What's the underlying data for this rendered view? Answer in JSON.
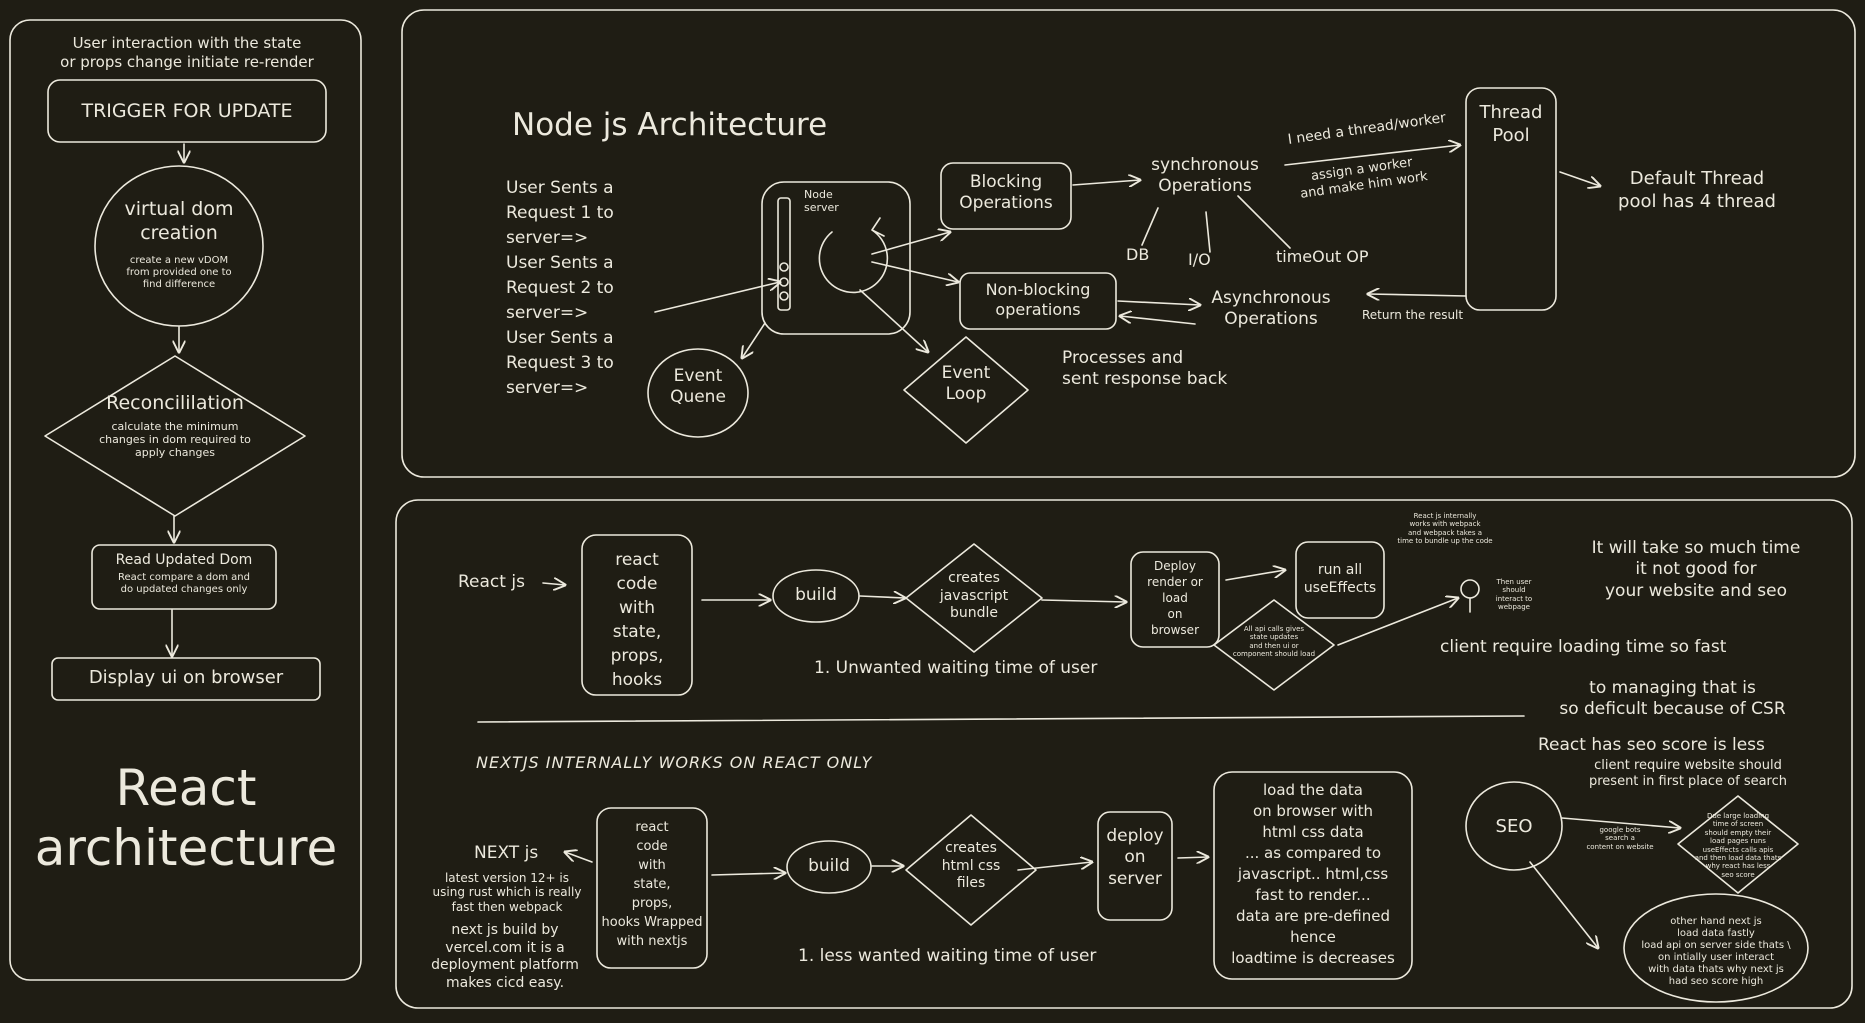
{
  "react_panel": {
    "trigger_note": [
      "User interaction with the state",
      "or props change initiate re-render"
    ],
    "trigger_box": "TRIGGER FOR UPDATE",
    "vdom_title": [
      "virtual dom",
      "creation"
    ],
    "vdom_note": [
      "create a new vDOM",
      "from provided one to",
      "find difference"
    ],
    "recon_title": "Reconcililation",
    "recon_note": [
      "calculate the minimum",
      "changes in dom required to",
      "apply changes"
    ],
    "read_title": "Read Updated Dom",
    "read_note": [
      "React compare a dom and",
      "do updated changes only"
    ],
    "display": "Display ui on browser",
    "big_title": [
      "React",
      "architecture"
    ]
  },
  "node_panel": {
    "title": "Node js Architecture",
    "requests": [
      "User Sents a",
      "Request 1 to",
      "server=>",
      "User Sents a",
      "Request 2 to",
      "server=>",
      "User Sents a",
      "Request 3 to",
      "server=>"
    ],
    "server_label": [
      "Node",
      "server"
    ],
    "event_queue": [
      "Event",
      "Quene"
    ],
    "event_loop": [
      "Event",
      "Loop"
    ],
    "blocking": [
      "Blocking",
      "Operations"
    ],
    "non_blocking": [
      "Non-blocking",
      "operations"
    ],
    "sync_ops": [
      "synchronous",
      "Operations"
    ],
    "db": "DB",
    "io": "I/O",
    "timeout": "timeOut OP",
    "async_ops": [
      "Asynchronous",
      "Operations"
    ],
    "processes": [
      "Processes and",
      "sent response back"
    ],
    "need_thread": "I need a thread/worker",
    "assign_worker": [
      "assign a worker",
      "and make him work"
    ],
    "thread_pool": [
      "Thread",
      "Pool"
    ],
    "default_thread": [
      "Default Thread",
      "pool has 4 thread"
    ],
    "return_result": "Return the result"
  },
  "csr_panel": {
    "react_js": "React js",
    "react_code": [
      "react",
      "code",
      "with",
      "state,",
      "props,",
      "hooks"
    ],
    "build": "build",
    "creates_bundle": [
      "creates",
      "javascript",
      "bundle"
    ],
    "deploy": [
      "Deploy",
      "render or",
      "load",
      "on",
      "browser"
    ],
    "run_effects": [
      "run all",
      "useEffects"
    ],
    "api_calls": [
      "All api calls gives",
      "state updates",
      "and then ui or",
      "component should load"
    ],
    "webpack_note": [
      "React js internally",
      "works with webpack",
      "and webpack takes a",
      "time to bundle up the code"
    ],
    "user_note": [
      "Then user",
      "should",
      "interact to",
      "webpage"
    ],
    "unwanted": "1. Unwanted waiting time of user",
    "time_note": [
      "It will take so much time",
      "it not good for",
      "your website and seo"
    ],
    "client_loading": "client require loading time so fast",
    "managing": [
      "to managing that is",
      "so deficult because of CSR"
    ],
    "seo_less": "React has seo score is less"
  },
  "ssr_panel": {
    "heading": "NEXTJS INTERNALLY WORKS ON REACT ONLY",
    "next_js": "NEXT js",
    "next_note": [
      "latest version 12+ is",
      "using rust which is really",
      "fast then webpack"
    ],
    "vercel_note": [
      "next js build by",
      "vercel.com it is a",
      "deployment platform",
      "makes cicd easy."
    ],
    "react_code": [
      "react",
      "code",
      "with",
      "state,",
      "props,",
      "hooks Wrapped",
      "with nextjs"
    ],
    "build": "build",
    "creates_files": [
      "creates",
      "html css",
      "files"
    ],
    "deploy_server": [
      "deploy",
      "on",
      "server"
    ],
    "load_data": [
      "load the data",
      "on browser with",
      "html css data",
      "... as compared to",
      "javascript.. html,css",
      "fast to render...",
      "data are pre-defined",
      "hence",
      "loadtime is decreases"
    ],
    "less_wanted": "1. less wanted waiting time of user",
    "client_first": [
      "client require website should",
      "present in first place of search"
    ],
    "seo": "SEO",
    "google_bots": [
      "google bots",
      "search a",
      "content on website"
    ],
    "diamond_note": [
      "Due large loading",
      "time of screen",
      "should empty their",
      "load pages runs",
      "useEffects calls apis",
      "and then load data thats",
      "why react has less",
      "seo score"
    ],
    "other_hand": [
      "other hand next js",
      "load data fastly",
      "load api on server side thats \\",
      "on intially user interact",
      "with data thats why next js",
      "had seo score high"
    ]
  },
  "colors": {
    "background": "#1f1d14",
    "stroke": "#ece9dd"
  }
}
